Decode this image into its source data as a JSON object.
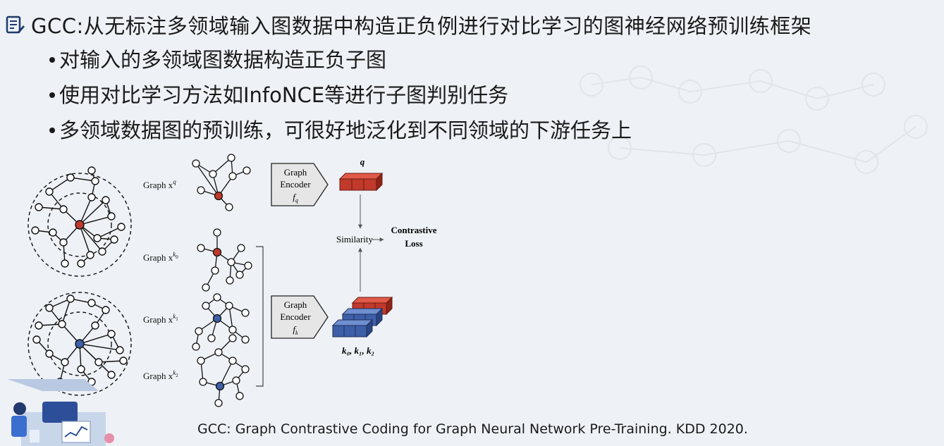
{
  "title": "GCC:从无标注多领域输入图数据中构造正负例进行对比学习的图神经网络预训练框架",
  "bullets": [
    "对输入的多领域图数据构造正负子图",
    "使用对比学习方法如InfoNCE等进行子图判别任务",
    "多领域数据图的预训练，可很好地泛化到不同领域的下游任务上"
  ],
  "figure": {
    "graph_label_prefix": "Graph",
    "graph_q_label": "Graph x",
    "graph_q_sup": "q",
    "graph_k0_sup": "k",
    "graph_k0_sub": "0",
    "graph_k1_sub": "1",
    "graph_k2_sub": "2",
    "encoder_top_line1": "Graph",
    "encoder_top_line2": "Encoder",
    "encoder_top_fn": "f",
    "encoder_top_fn_sub": "q",
    "encoder_bottom_line1": "Graph",
    "encoder_bottom_line2": "Encoder",
    "encoder_bottom_fn": "f",
    "encoder_bottom_fn_sub": "k",
    "q_label": "q",
    "similarity_label": "Similarity",
    "loss_line1": "Contrastive",
    "loss_line2": "Loss",
    "k_labels": "k₀, k₁, k₂",
    "colors": {
      "query_red": "#c0392b",
      "key_blue": "#3e5fa8"
    }
  },
  "citation": "GCC: Graph Contrastive Coding for Graph Neural Network Pre-Training. KDD 2020."
}
